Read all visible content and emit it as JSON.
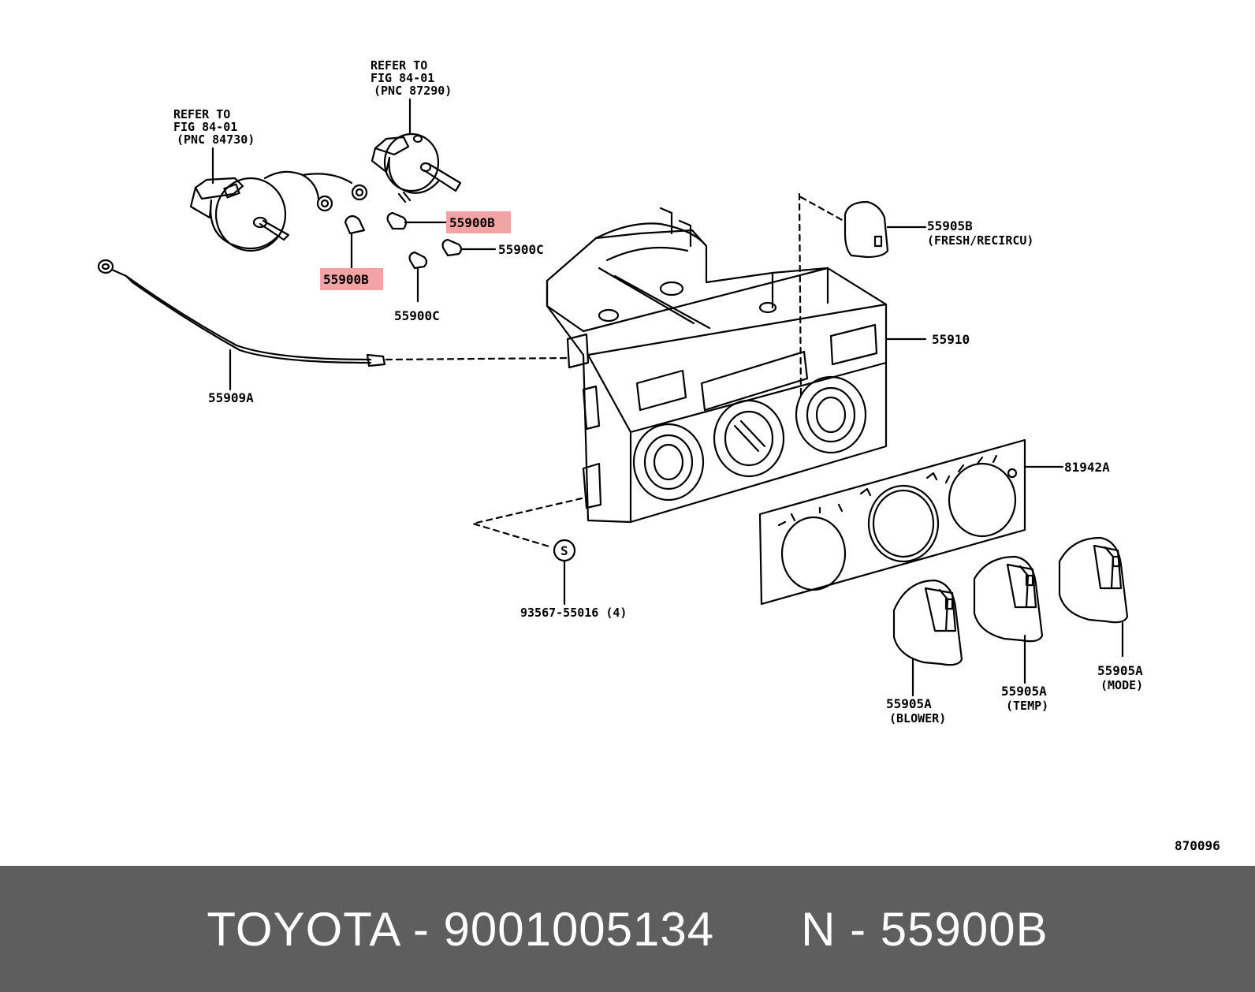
{
  "diagram": {
    "refer_left": [
      "REFER TO",
      "FIG 84-01",
      "(PNC 84730)"
    ],
    "refer_top": [
      "REFER TO",
      "FIG 84-01",
      "(PNC 87290)"
    ],
    "labels": {
      "bulb_b_upper": "55900B",
      "bulb_b_lower": "55900B",
      "bulb_c_right": "55900C",
      "bulb_c_lower": "55900C",
      "cable": "55909A",
      "knob_fresh": "55905B",
      "knob_fresh_desc": "(FRESH/RECIRCU)",
      "housing": "55910",
      "panel": "81942A",
      "screw_symbol": "S",
      "screw": "93567-55016 (4)",
      "knob_blower": "55905A",
      "knob_blower_desc": "(BLOWER)",
      "knob_temp": "55905A",
      "knob_temp_desc": "(TEMP)",
      "knob_mode": "55905A",
      "knob_mode_desc": "(MODE)",
      "figure_number": "870096"
    },
    "highlight_color": "#f2a3a3"
  },
  "footer": {
    "brand_part": "TOYOTA - 9001005134",
    "ref": "N - 55900B",
    "bg_color": "#5e5e5e"
  }
}
